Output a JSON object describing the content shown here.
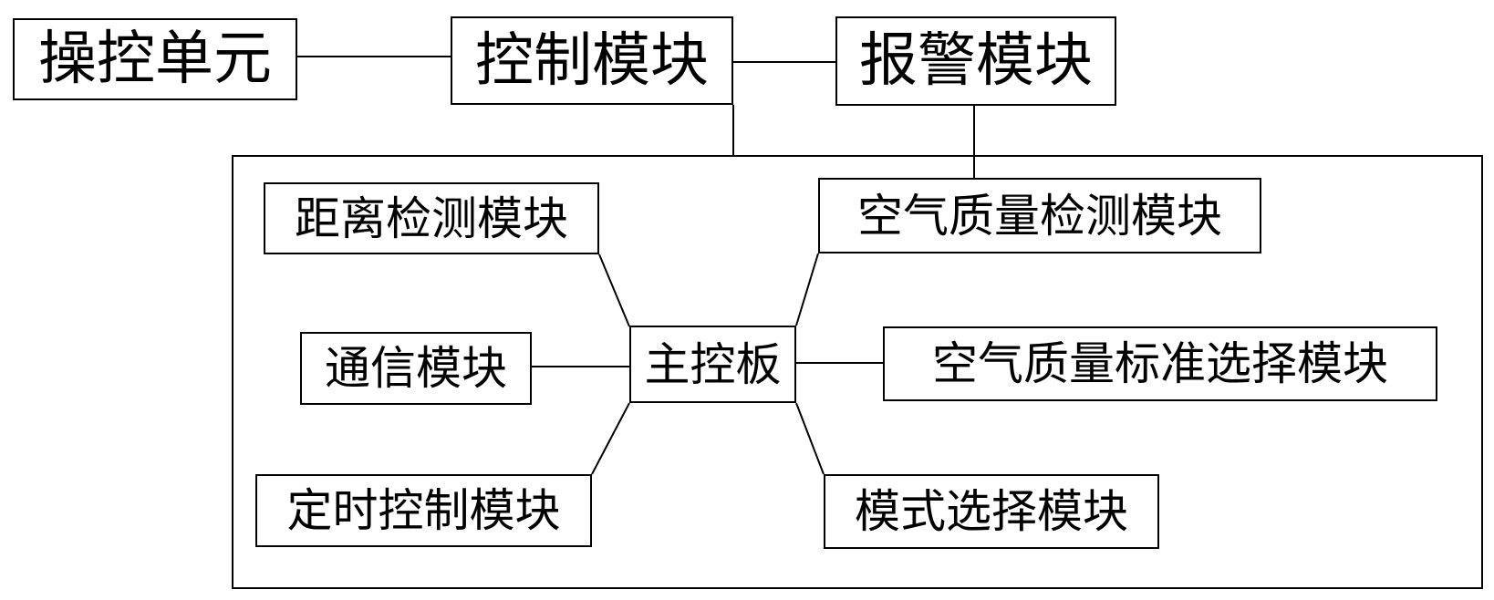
{
  "top_row": {
    "control_unit": "操控单元",
    "control_module": "控制模块",
    "alarm_module": "报警模块"
  },
  "inner": {
    "main_board": "主控板",
    "distance_detection_module": "距离检测模块",
    "communication_module": "通信模块",
    "timer_control_module": "定时控制模块",
    "air_quality_detection_module": "空气质量检测模块",
    "air_quality_standard_selection_module": "空气质量标准选择模块",
    "mode_selection_module": "模式选择模块"
  },
  "colors": {
    "stroke": "#000000",
    "background": "#ffffff"
  }
}
